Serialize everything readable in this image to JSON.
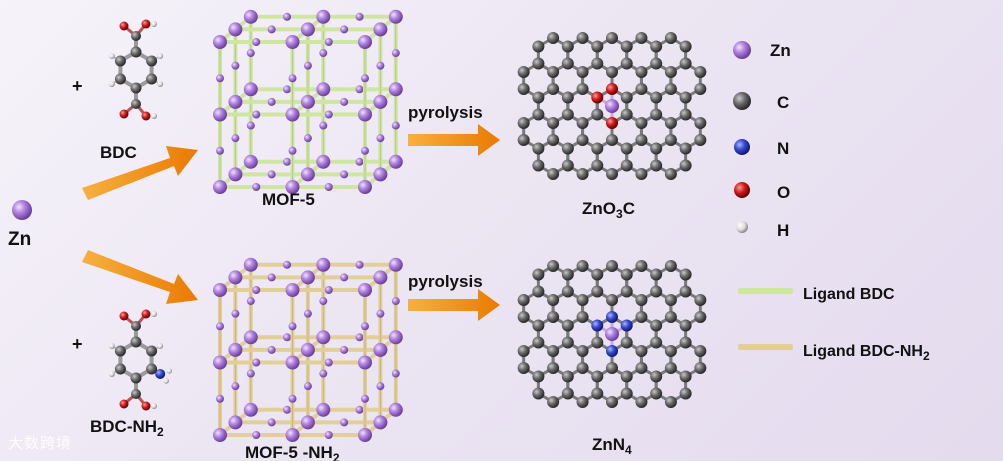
{
  "labels": {
    "zn_left": "Zn",
    "bdc": "BDC",
    "bdc_nh2_main": "BDC-NH",
    "bdc_nh2_sub": "2",
    "plus": "+",
    "mof5": "MOF-5",
    "mof5_nh2_main": "MOF-5 -NH",
    "mof5_nh2_sub": "2",
    "pyrolysis_top": "pyrolysis",
    "pyrolysis_bottom": "pyrolysis",
    "zno3c_parts": [
      "ZnO",
      "3",
      "C"
    ],
    "znn4_main": "ZnN",
    "znn4_sub": "4"
  },
  "legend": {
    "atoms": [
      {
        "label": "Zn",
        "color": "#a97ad8"
      },
      {
        "label": "C",
        "color": "#5a5a5a"
      },
      {
        "label": "N",
        "color": "#2c3fc0"
      },
      {
        "label": "O",
        "color": "#c41818"
      },
      {
        "label": "H",
        "color": "#dcdcdc"
      }
    ],
    "ligands": [
      {
        "label": "Ligand BDC",
        "color": "#cfe6a0"
      },
      {
        "label_main": "Ligand BDC-NH",
        "label_sub": "2",
        "color": "#e2cf98"
      }
    ]
  },
  "colors": {
    "arrow": "#f08c10",
    "zn": "#a97ad8",
    "carbon": "#5a5a5a",
    "nitrogen": "#2c3fc0",
    "oxygen": "#c41818",
    "hydrogen": "#dcdcdc",
    "ligand_bdc": "#cfe6a0",
    "ligand_bdc_nh2": "#e2cf98"
  },
  "watermark": "大数跨境"
}
